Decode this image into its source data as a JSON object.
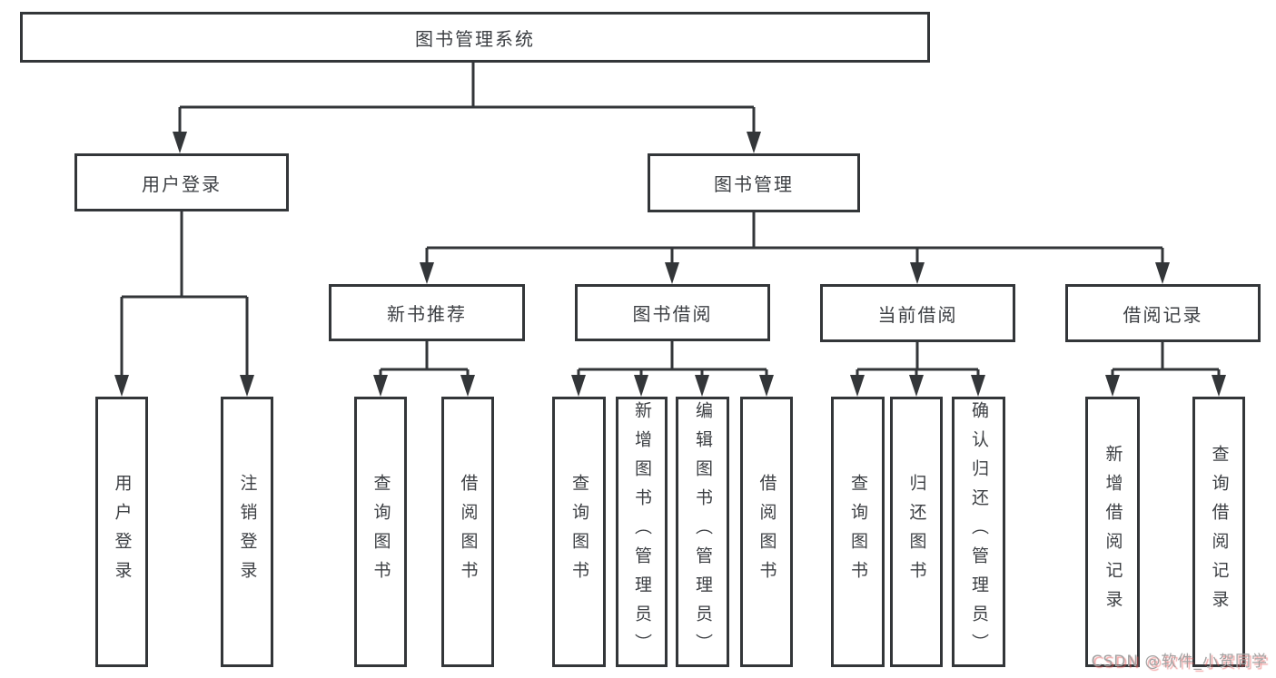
{
  "diagram": {
    "type": "hierarchy-tree",
    "watermark": "CSDN @软件_小贺同学",
    "colors": {
      "line": "#333639",
      "box_border": "#333639",
      "box_background": "#ffffff",
      "text": "#3c3f43",
      "watermark_text": "#a2a2a2",
      "watermark_shadow": "#e75858"
    },
    "tree": {
      "root": {
        "label": "图书管理系统"
      },
      "branches": [
        {
          "label": "用户登录",
          "children": [
            {
              "label": "用户登录"
            },
            {
              "label": "注销登录"
            }
          ]
        },
        {
          "label": "图书管理",
          "children": [
            {
              "label": "新书推荐",
              "children": [
                {
                  "label": "查询图书"
                },
                {
                  "label": "借阅图书"
                }
              ]
            },
            {
              "label": "图书借阅",
              "children": [
                {
                  "label": "查询图书"
                },
                {
                  "label": "新增图书（管理员）"
                },
                {
                  "label": "编辑图书（管理员）"
                },
                {
                  "label": "借阅图书"
                }
              ]
            },
            {
              "label": "当前借阅",
              "children": [
                {
                  "label": "查询图书"
                },
                {
                  "label": "归还图书"
                },
                {
                  "label": "确认归还（管理员）"
                }
              ]
            },
            {
              "label": "借阅记录",
              "children": [
                {
                  "label": "新增借阅记录"
                },
                {
                  "label": "查询借阅记录"
                }
              ]
            }
          ]
        }
      ]
    }
  }
}
